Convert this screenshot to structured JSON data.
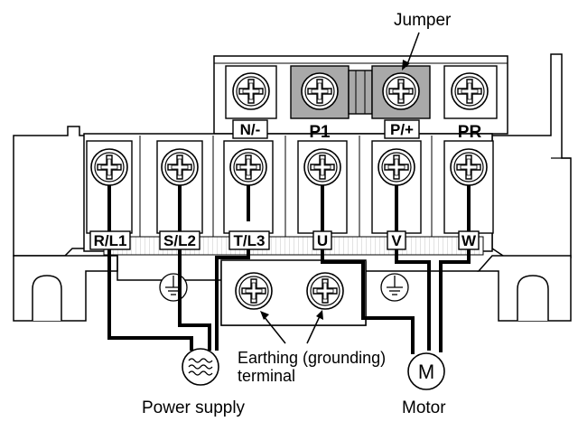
{
  "labels": {
    "jumper": "Jumper",
    "earthing_line1": "Earthing (grounding)",
    "earthing_line2": "terminal",
    "power_supply": "Power supply",
    "motor": "Motor",
    "motor_symbol": "M"
  },
  "upper_terminals": [
    "N/-",
    "P1",
    "P/+",
    "PR"
  ],
  "lower_terminals": [
    "R/L1",
    "S/L2",
    "T/L3",
    "U",
    "V",
    "W"
  ],
  "icons": {
    "power_supply": "ac-source-icon",
    "motor": "motor-icon",
    "ground": "earth-ground-icon",
    "screw": "phillips-screw-icon"
  },
  "colors": {
    "line": "#000000",
    "body": "#ffffff",
    "jumper_fill": "#a9a9a9",
    "hatch": "#c8c8c8"
  }
}
